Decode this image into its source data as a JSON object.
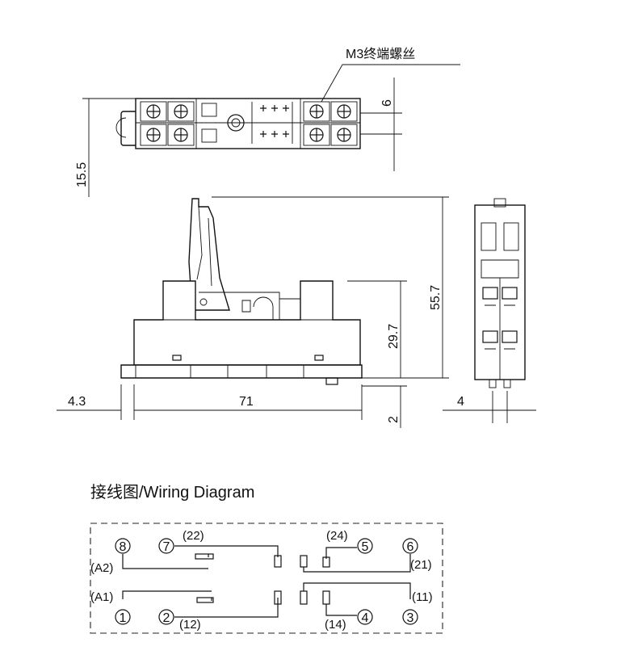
{
  "callout": {
    "screw_label": "M3终端螺丝"
  },
  "dimensions": {
    "top_pitch": "6",
    "top_height": "15.5",
    "total_height": "55.7",
    "socket_height": "29.7",
    "base_offset": "2",
    "left_margin": "4.3",
    "length": "71",
    "side_width": "4"
  },
  "wiring": {
    "title": "接线图/Wiring Diagram",
    "terminals": [
      {
        "id": "t8",
        "num": "8",
        "label": "(A2)"
      },
      {
        "id": "t7",
        "num": "7",
        "label": "(22)"
      },
      {
        "id": "t5",
        "num": "5",
        "label": "(24)"
      },
      {
        "id": "t6",
        "num": "6",
        "label": "(21)"
      },
      {
        "id": "t1",
        "num": "1",
        "label": "(A1)"
      },
      {
        "id": "t2",
        "num": "2",
        "label": "(12)"
      },
      {
        "id": "t4",
        "num": "4",
        "label": "(14)"
      },
      {
        "id": "t3",
        "num": "3",
        "label": "(11)"
      }
    ]
  }
}
